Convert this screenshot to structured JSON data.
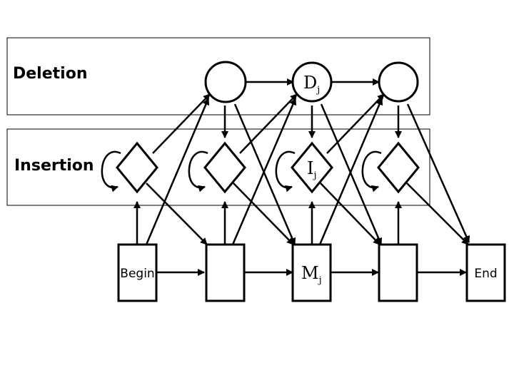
{
  "bands": {
    "deletion_label": "Deletion",
    "insertion_label": "Insertion"
  },
  "states": {
    "begin_label": "Begin",
    "end_label": "End",
    "delete_symbol": "D",
    "delete_subscript": "j",
    "insert_symbol": "I",
    "insert_subscript": "j",
    "match_symbol": "M",
    "match_subscript": "j"
  }
}
